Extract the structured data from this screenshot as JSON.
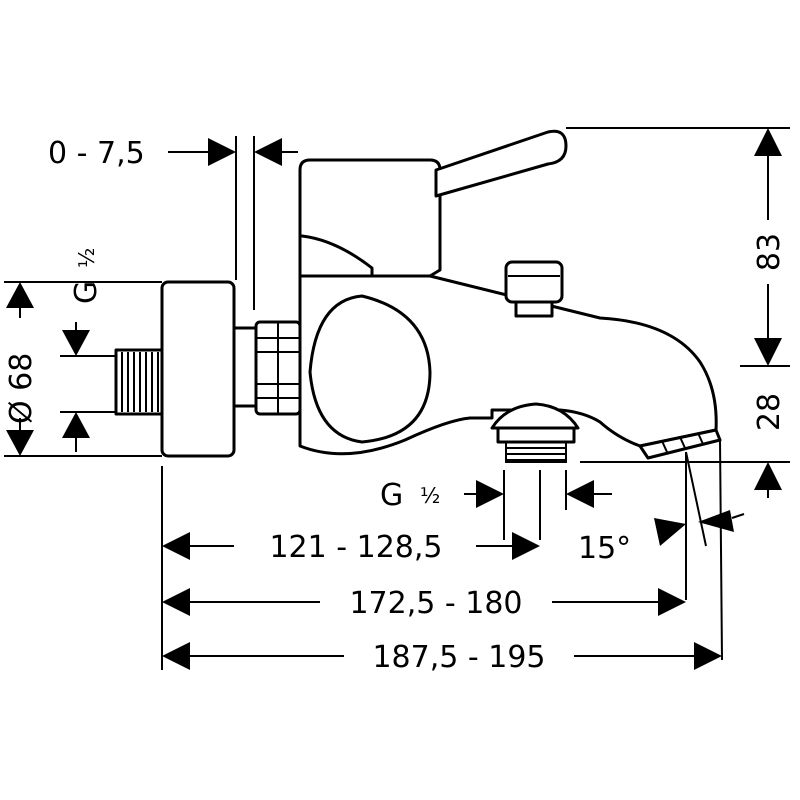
{
  "dimensions": {
    "eccentric_adjust": "0 - 7,5",
    "inlet_thread": "G",
    "inlet_thread_frac": "½",
    "diameter": "Ø 68",
    "height_total": "83",
    "height_spout": "28",
    "outlet_thread": "G",
    "outlet_thread_frac": "½",
    "spout_angle": "15°",
    "width_outlet": "121 - 128,5",
    "width_spout": "172,5 - 180",
    "width_total": "187,5 - 195"
  }
}
